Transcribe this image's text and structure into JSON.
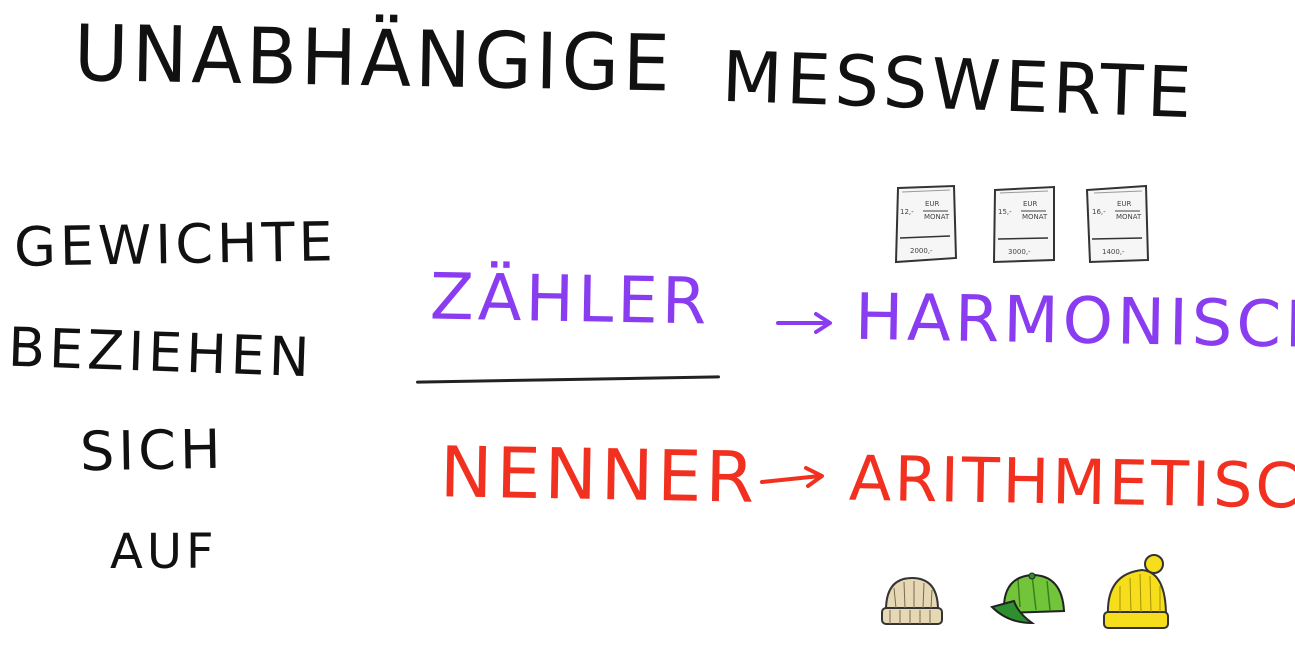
{
  "title": {
    "line1": "UNABHÄNGIGE",
    "line2": "MESSWERTE"
  },
  "side_text": [
    "GEWICHTE",
    "BEZIEHEN",
    "SICH",
    "AUF"
  ],
  "rows": {
    "numerator": {
      "label": "ZÄHLER",
      "result": "HARMONISCH"
    },
    "denominator": {
      "label": "NENNER",
      "result": "ARITHMETISCH"
    }
  },
  "receipts": [
    {
      "left": "12,-",
      "top": "EUR",
      "bottom": "MONAT",
      "footer": "2000,-"
    },
    {
      "left": "15,-",
      "top": "EUR",
      "bottom": "MONAT",
      "footer": "3000,-"
    },
    {
      "left": "16,-",
      "top": "EUR",
      "bottom": "MONAT",
      "footer": "1400,-"
    }
  ],
  "colors": {
    "numerator": "#8a3df0",
    "denominator": "#f1301f",
    "hat_beige": "#e7d8b5",
    "hat_green": "#72c53a",
    "hat_yellow": "#f6de1c"
  },
  "icons": [
    "arrow-right-icon",
    "receipt-icon",
    "beanie-hat-icon",
    "cap-icon",
    "pompom-hat-icon"
  ]
}
